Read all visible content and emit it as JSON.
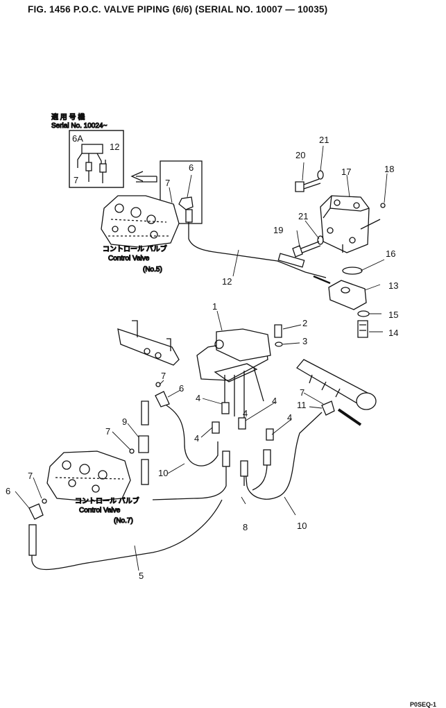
{
  "title": "FIG. 1456  P.O.C. VALVE PIPING (6/6) (SERIAL NO. 10007 — 10035)",
  "inset": {
    "jp_label": "適 用 号 機",
    "serial_label": "Serial No. 10024~"
  },
  "control_valve_upper": {
    "jp": "コントロール バルブ",
    "en": "Control Valve",
    "number": "(No.5)"
  },
  "control_valve_lower": {
    "jp": "コントロール バルブ",
    "en": "Control Valve",
    "number": "(No.7)"
  },
  "callouts": {
    "c1": "1",
    "c2": "2",
    "c3": "3",
    "c4a": "4",
    "c4b": "4",
    "c4c": "4",
    "c4d": "4",
    "c4e": "4",
    "c5": "5",
    "c6a": "6A",
    "c6b": "6",
    "c6c": "6",
    "c6d": "6",
    "c7a": "7",
    "c7b": "7",
    "c7c": "7",
    "c7d": "7",
    "c7e": "7",
    "c7f": "7",
    "c8": "8",
    "c9": "9",
    "c10a": "10",
    "c10b": "10",
    "c11": "11",
    "c12a": "12",
    "c12b": "12",
    "c13": "13",
    "c14": "14",
    "c15": "15",
    "c16": "16",
    "c17": "17",
    "c18": "18",
    "c19": "19",
    "c20": "20",
    "c21a": "21",
    "c21b": "21"
  },
  "corner_code": "P0SEQ-1"
}
